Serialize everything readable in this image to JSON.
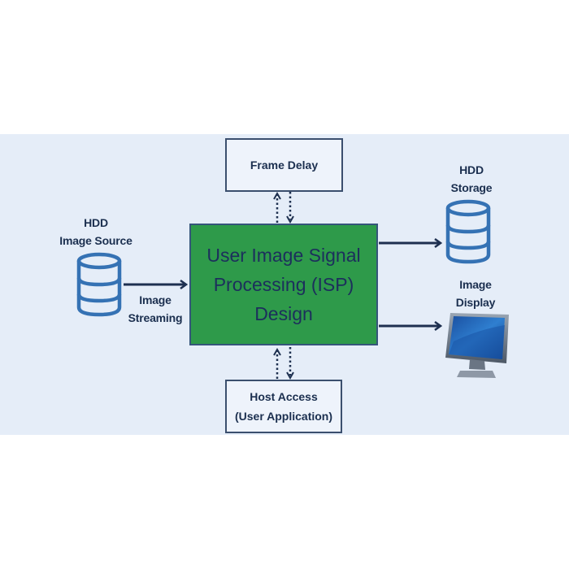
{
  "diagram": {
    "central_block": {
      "lines": [
        "User Image Signal",
        "Processing (ISP)",
        "Design"
      ],
      "fill_color": "#2e9a4a"
    },
    "frame_delay": {
      "label": "Frame Delay"
    },
    "host_access": {
      "lines": [
        "Host Access",
        "(User Application)"
      ]
    },
    "image_source": {
      "lines": [
        "HDD",
        "Image Source"
      ],
      "icon": "database-icon"
    },
    "storage": {
      "lines": [
        "HDD",
        "Storage"
      ],
      "icon": "database-icon"
    },
    "display": {
      "lines": [
        "Image",
        "Display"
      ],
      "icon": "monitor-icon"
    },
    "streaming_label": {
      "lines": [
        "Image",
        "Streaming"
      ]
    },
    "colors": {
      "background": "#e5edf8",
      "arrow": "#1e3050",
      "database": "#3572b4"
    }
  }
}
